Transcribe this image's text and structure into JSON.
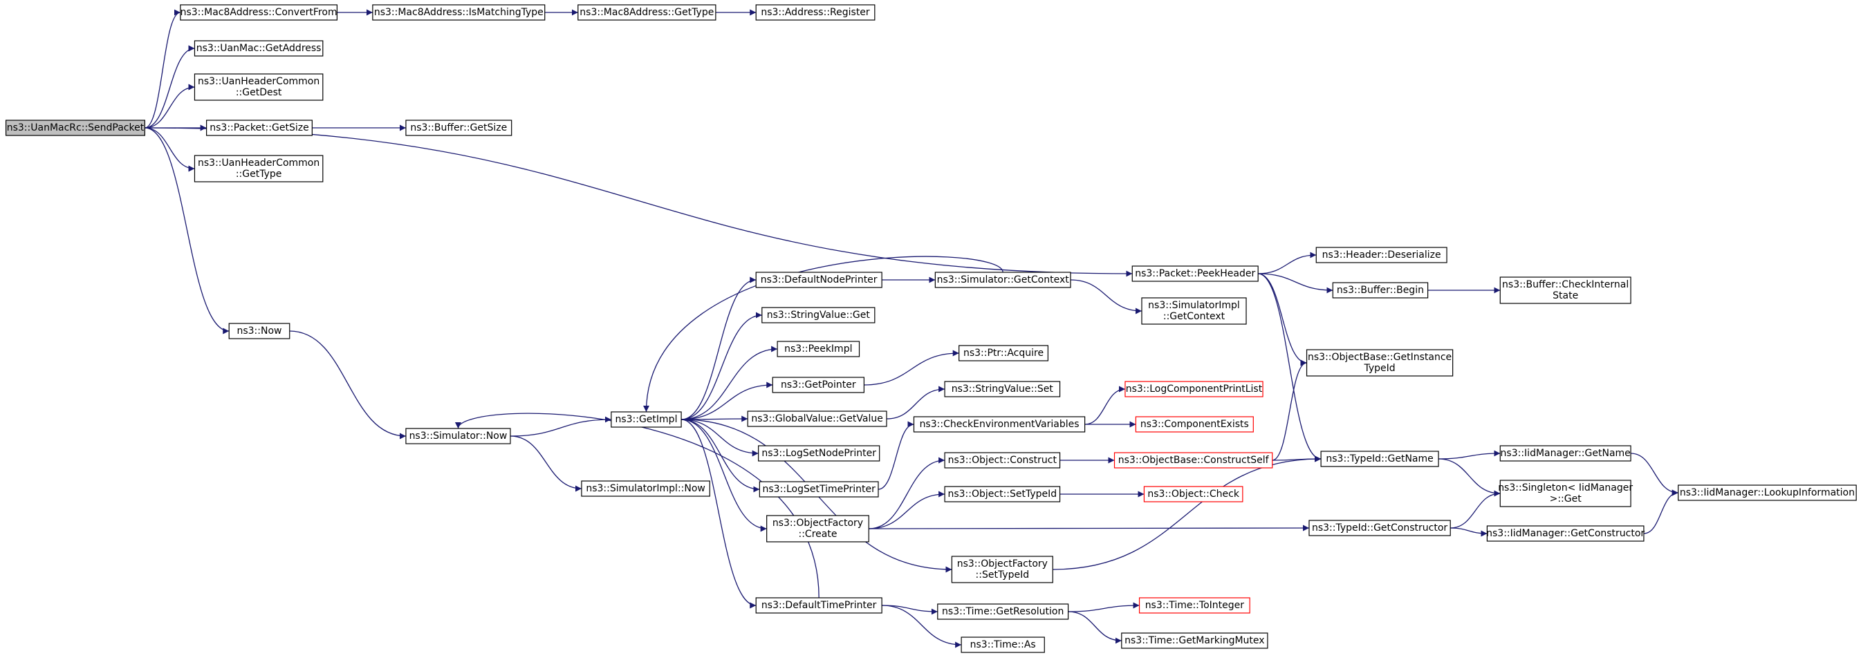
{
  "colors": {
    "edge": "#191970",
    "node_border": "#000000",
    "node_border_truncated": "#ff0000",
    "node_fill": "#ffffff",
    "root_fill": "#bfbfbf",
    "text": "#000000"
  },
  "nodes": [
    {
      "id": "send_packet",
      "lines": [
        "ns3::UanMacRc::SendPacket"
      ],
      "root": true
    },
    {
      "id": "mac8_convertfrom",
      "lines": [
        "ns3::Mac8Address::ConvertFrom"
      ]
    },
    {
      "id": "mac8_ismatching",
      "lines": [
        "ns3::Mac8Address::IsMatchingType"
      ]
    },
    {
      "id": "mac8_gettype",
      "lines": [
        "ns3::Mac8Address::GetType"
      ]
    },
    {
      "id": "address_register",
      "lines": [
        "ns3::Address::Register"
      ]
    },
    {
      "id": "uanmac_getaddress",
      "lines": [
        "ns3::UanMac::GetAddress"
      ]
    },
    {
      "id": "uanhdr_getdest",
      "lines": [
        "ns3::UanHeaderCommon",
        "::GetDest"
      ]
    },
    {
      "id": "packet_getsize",
      "lines": [
        "ns3::Packet::GetSize"
      ]
    },
    {
      "id": "buffer_getsize",
      "lines": [
        "ns3::Buffer::GetSize"
      ]
    },
    {
      "id": "uanhdr_gettype",
      "lines": [
        "ns3::UanHeaderCommon",
        "::GetType"
      ]
    },
    {
      "id": "packet_peekheader",
      "lines": [
        "ns3::Packet::PeekHeader"
      ]
    },
    {
      "id": "header_deserialize",
      "lines": [
        "ns3::Header::Deserialize"
      ]
    },
    {
      "id": "buffer_begin",
      "lines": [
        "ns3::Buffer::Begin"
      ]
    },
    {
      "id": "buffer_checkinternal",
      "lines": [
        "ns3::Buffer::CheckInternal",
        "State"
      ]
    },
    {
      "id": "objbase_getinstance",
      "lines": [
        "ns3::ObjectBase::GetInstance",
        "TypeId"
      ]
    },
    {
      "id": "now",
      "lines": [
        "ns3::Now"
      ]
    },
    {
      "id": "simulator_now",
      "lines": [
        "ns3::Simulator::Now"
      ]
    },
    {
      "id": "simimpl_now",
      "lines": [
        "ns3::SimulatorImpl::Now"
      ]
    },
    {
      "id": "getimpl",
      "lines": [
        "ns3::GetImpl"
      ]
    },
    {
      "id": "defaultnodeprinter",
      "lines": [
        "ns3::DefaultNodePrinter"
      ]
    },
    {
      "id": "simulator_getcontext",
      "lines": [
        "ns3::Simulator::GetContext"
      ]
    },
    {
      "id": "simimpl_getcontext",
      "lines": [
        "ns3::SimulatorImpl",
        "::GetContext"
      ]
    },
    {
      "id": "stringvalue_get",
      "lines": [
        "ns3::StringValue::Get"
      ]
    },
    {
      "id": "peekimpl",
      "lines": [
        "ns3::PeekImpl"
      ]
    },
    {
      "id": "getpointer",
      "lines": [
        "ns3::GetPointer"
      ]
    },
    {
      "id": "ptr_acquire",
      "lines": [
        "ns3::Ptr::Acquire"
      ]
    },
    {
      "id": "globalvalue_getvalue",
      "lines": [
        "ns3::GlobalValue::GetValue"
      ]
    },
    {
      "id": "stringvalue_set",
      "lines": [
        "ns3::StringValue::Set"
      ]
    },
    {
      "id": "logsetnodeprinter",
      "lines": [
        "ns3::LogSetNodePrinter"
      ]
    },
    {
      "id": "logsettimeprinter",
      "lines": [
        "ns3::LogSetTimePrinter"
      ]
    },
    {
      "id": "checkenv",
      "lines": [
        "ns3::CheckEnvironmentVariables"
      ]
    },
    {
      "id": "logcomponentprintlist",
      "lines": [
        "ns3::LogComponentPrintList"
      ],
      "truncated": true
    },
    {
      "id": "componentexists",
      "lines": [
        "ns3::ComponentExists"
      ],
      "truncated": true
    },
    {
      "id": "objfactory_create",
      "lines": [
        "ns3::ObjectFactory",
        "::Create"
      ]
    },
    {
      "id": "object_construct",
      "lines": [
        "ns3::Object::Construct"
      ]
    },
    {
      "id": "objbase_constructself",
      "lines": [
        "ns3::ObjectBase::ConstructSelf"
      ],
      "truncated": true
    },
    {
      "id": "typeid_getname",
      "lines": [
        "ns3::TypeId::GetName"
      ]
    },
    {
      "id": "iidmanager_getname",
      "lines": [
        "ns3::IidManager::GetName"
      ]
    },
    {
      "id": "iidmanager_lookup",
      "lines": [
        "ns3::IidManager::LookupInformation"
      ]
    },
    {
      "id": "singleton_get",
      "lines": [
        "ns3::Singleton< IidManager",
        " >::Get"
      ]
    },
    {
      "id": "object_settypeid",
      "lines": [
        "ns3::Object::SetTypeId"
      ]
    },
    {
      "id": "object_check",
      "lines": [
        "ns3::Object::Check"
      ],
      "truncated": true
    },
    {
      "id": "typeid_getconstructor",
      "lines": [
        "ns3::TypeId::GetConstructor"
      ]
    },
    {
      "id": "iidmanager_getconstructor",
      "lines": [
        "ns3::IidManager::GetConstructor"
      ]
    },
    {
      "id": "objfactory_settypeid",
      "lines": [
        "ns3::ObjectFactory",
        "::SetTypeId"
      ]
    },
    {
      "id": "defaulttimeprinter",
      "lines": [
        "ns3::DefaultTimePrinter"
      ]
    },
    {
      "id": "time_getresolution",
      "lines": [
        "ns3::Time::GetResolution"
      ]
    },
    {
      "id": "time_tointeger",
      "lines": [
        "ns3::Time::ToInteger"
      ],
      "truncated": true
    },
    {
      "id": "time_getmarkingmutex",
      "lines": [
        "ns3::Time::GetMarkingMutex"
      ]
    },
    {
      "id": "time_as",
      "lines": [
        "ns3::Time::As"
      ]
    }
  ],
  "edges": [
    [
      "send_packet",
      "mac8_convertfrom"
    ],
    [
      "mac8_convertfrom",
      "mac8_ismatching"
    ],
    [
      "mac8_ismatching",
      "mac8_gettype"
    ],
    [
      "mac8_gettype",
      "address_register"
    ],
    [
      "send_packet",
      "uanmac_getaddress"
    ],
    [
      "send_packet",
      "uanhdr_getdest"
    ],
    [
      "send_packet",
      "packet_getsize"
    ],
    [
      "packet_getsize",
      "buffer_getsize"
    ],
    [
      "send_packet",
      "uanhdr_gettype"
    ],
    [
      "send_packet",
      "packet_peekheader"
    ],
    [
      "send_packet",
      "now"
    ],
    [
      "packet_peekheader",
      "header_deserialize"
    ],
    [
      "packet_peekheader",
      "buffer_begin"
    ],
    [
      "buffer_begin",
      "buffer_checkinternal"
    ],
    [
      "packet_peekheader",
      "objbase_getinstance"
    ],
    [
      "packet_peekheader",
      "typeid_getname"
    ],
    [
      "now",
      "simulator_now"
    ],
    [
      "simulator_now",
      "getimpl"
    ],
    [
      "simulator_now",
      "simimpl_now"
    ],
    [
      "getimpl",
      "defaultnodeprinter"
    ],
    [
      "getimpl",
      "stringvalue_get"
    ],
    [
      "getimpl",
      "peekimpl"
    ],
    [
      "getimpl",
      "getpointer"
    ],
    [
      "getimpl",
      "globalvalue_getvalue"
    ],
    [
      "getimpl",
      "logsetnodeprinter"
    ],
    [
      "getimpl",
      "logsettimeprinter"
    ],
    [
      "getimpl",
      "objfactory_create"
    ],
    [
      "getimpl",
      "objfactory_settypeid"
    ],
    [
      "getimpl",
      "defaulttimeprinter"
    ],
    [
      "defaultnodeprinter",
      "simulator_getcontext"
    ],
    [
      "simulator_getcontext",
      "getimpl"
    ],
    [
      "simulator_getcontext",
      "simimpl_getcontext"
    ],
    [
      "getpointer",
      "ptr_acquire"
    ],
    [
      "globalvalue_getvalue",
      "stringvalue_set"
    ],
    [
      "logsettimeprinter",
      "checkenv"
    ],
    [
      "checkenv",
      "logcomponentprintlist"
    ],
    [
      "checkenv",
      "componentexists"
    ],
    [
      "objfactory_create",
      "object_construct"
    ],
    [
      "objfactory_create",
      "object_settypeid"
    ],
    [
      "objfactory_create",
      "typeid_getconstructor"
    ],
    [
      "object_construct",
      "objbase_constructself"
    ],
    [
      "objbase_constructself",
      "objbase_getinstance"
    ],
    [
      "objbase_constructself",
      "typeid_getname"
    ],
    [
      "object_settypeid",
      "object_check"
    ],
    [
      "typeid_getname",
      "iidmanager_getname"
    ],
    [
      "typeid_getname",
      "singleton_get"
    ],
    [
      "iidmanager_getname",
      "iidmanager_lookup"
    ],
    [
      "typeid_getconstructor",
      "singleton_get"
    ],
    [
      "typeid_getconstructor",
      "iidmanager_getconstructor"
    ],
    [
      "iidmanager_getconstructor",
      "iidmanager_lookup"
    ],
    [
      "objfactory_settypeid",
      "typeid_getname"
    ],
    [
      "defaulttimeprinter",
      "simulator_now"
    ],
    [
      "defaulttimeprinter",
      "time_getresolution"
    ],
    [
      "defaulttimeprinter",
      "time_as"
    ],
    [
      "time_getresolution",
      "time_tointeger"
    ],
    [
      "time_getresolution",
      "time_getmarkingmutex"
    ]
  ]
}
